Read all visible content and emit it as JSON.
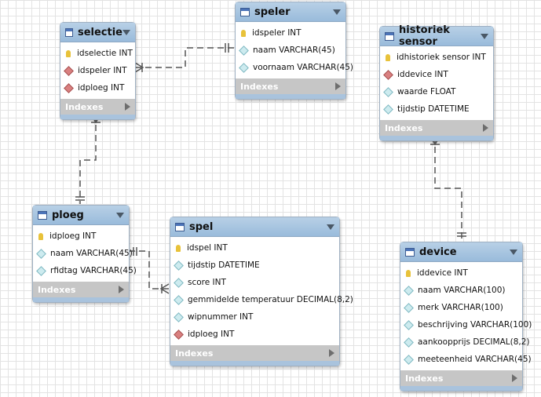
{
  "diagram": {
    "index_label": "Indexes",
    "tables": [
      {
        "id": "selectie",
        "name": "selectie",
        "columns": [
          {
            "name": "idselectie INT",
            "kind": "pk"
          },
          {
            "name": "idspeler INT",
            "kind": "fk"
          },
          {
            "name": "idploeg INT",
            "kind": "fk"
          }
        ]
      },
      {
        "id": "speler",
        "name": "speler",
        "columns": [
          {
            "name": "idspeler INT",
            "kind": "pk"
          },
          {
            "name": "naam VARCHAR(45)",
            "kind": "col"
          },
          {
            "name": "voornaam VARCHAR(45)",
            "kind": "col"
          }
        ]
      },
      {
        "id": "historiek",
        "name": "historiek sensor",
        "columns": [
          {
            "name": "idhistoriek sensor INT",
            "kind": "pk"
          },
          {
            "name": "iddevice INT",
            "kind": "fk"
          },
          {
            "name": "waarde FLOAT",
            "kind": "col"
          },
          {
            "name": "tijdstip DATETIME",
            "kind": "col"
          }
        ]
      },
      {
        "id": "ploeg",
        "name": "ploeg",
        "columns": [
          {
            "name": "idploeg INT",
            "kind": "pk"
          },
          {
            "name": "naam VARCHAR(45)",
            "kind": "col"
          },
          {
            "name": "rfidtag VARCHAR(45)",
            "kind": "col"
          }
        ]
      },
      {
        "id": "spel",
        "name": "spel",
        "columns": [
          {
            "name": "idspel INT",
            "kind": "pk"
          },
          {
            "name": "tijdstip DATETIME",
            "kind": "col"
          },
          {
            "name": "score INT",
            "kind": "col"
          },
          {
            "name": "gemmidelde temperatuur DECIMAL(8,2)",
            "kind": "col"
          },
          {
            "name": "wipnummer INT",
            "kind": "col"
          },
          {
            "name": "idploeg INT",
            "kind": "fk"
          }
        ]
      },
      {
        "id": "device",
        "name": "device",
        "columns": [
          {
            "name": "iddevice INT",
            "kind": "pk"
          },
          {
            "name": "naam VARCHAR(100)",
            "kind": "col"
          },
          {
            "name": "merk VARCHAR(100)",
            "kind": "col"
          },
          {
            "name": "beschrijving VARCHAR(100)",
            "kind": "col"
          },
          {
            "name": "aankoopprijs DECIMAL(8,2)",
            "kind": "col"
          },
          {
            "name": "meeteenheid VARCHAR(45)",
            "kind": "col"
          }
        ]
      }
    ]
  }
}
